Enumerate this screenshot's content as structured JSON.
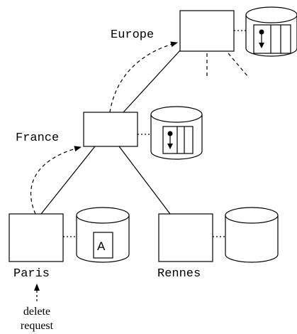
{
  "nodes": {
    "europe": {
      "label": "Europe"
    },
    "france": {
      "label": "France"
    },
    "paris": {
      "label": "Paris",
      "stored_item": "A"
    },
    "rennes": {
      "label": "Rennes"
    }
  },
  "action": {
    "line1": "delete",
    "line2": "request"
  }
}
